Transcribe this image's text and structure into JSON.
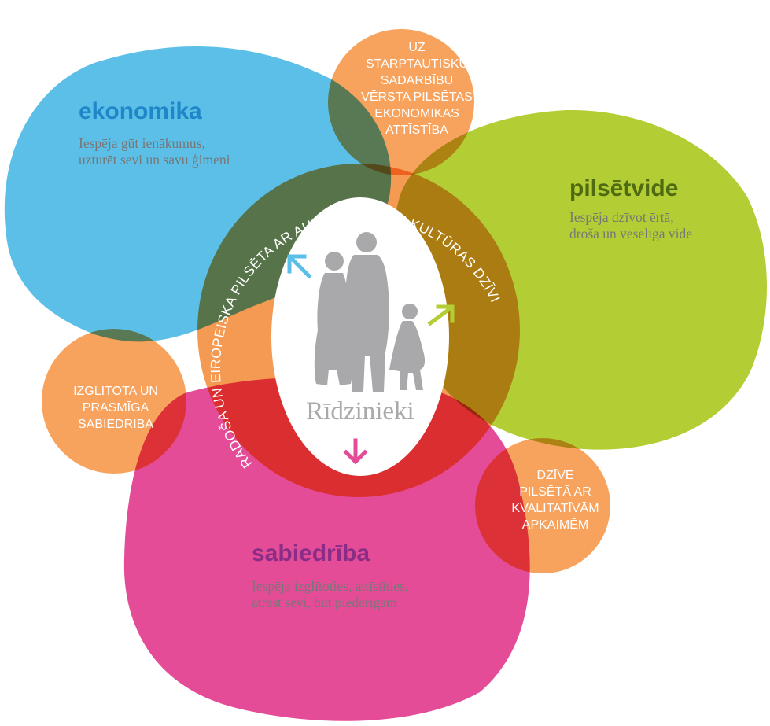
{
  "center": {
    "label": "Rīdzinieki",
    "ring_text": "RADOŠA UN EIROPEISKA PILSĒTA AR AUGSTVĒRTĪGU KULTŪRAS DZĪVI"
  },
  "areas": {
    "ekonomika": {
      "title": "ekonomika",
      "desc": [
        "Iespēja gūt ienākumus,",
        "uzturēt sevi un savu ģimeni"
      ]
    },
    "pilsetvide": {
      "title": "pilsētvide",
      "desc": [
        "Iespēja dzīvot ērtā,",
        "drošā un veselīgā vidē"
      ]
    },
    "sabiedriba": {
      "title": "sabiedrība",
      "desc": [
        "Iespēja izglītoties, attīstīties,",
        "atrast sevi, būt piederīgam"
      ]
    }
  },
  "bubbles": {
    "top": [
      "UZ",
      "STARPTAUTISKU",
      "SADARBĪBU",
      "VĒRSTA PILSĒTAS",
      "EKONOMIKAS",
      "ATTĪSTĪBA"
    ],
    "left": [
      "IZGLĪTOTA UN",
      "PRASMĪGA",
      "SABIEDRĪBA"
    ],
    "right": [
      "DZĪVE",
      "PILSĒTĀ AR",
      "KVALITATĪVĀM",
      "APKAIMĒM"
    ]
  },
  "colors": {
    "ekonomika": "#5bbfe7",
    "ekonomika_title": "#1f87c8",
    "pilsetvide": "#b2ce34",
    "pilsetvide_title": "#4f6b12",
    "sabiedriba": "#e54c98",
    "sabiedriba_title": "#8a2d86",
    "bubble": "#f7a25d",
    "ring": "#f49a52",
    "people": "#a9a9ab",
    "desc_text": "#777777"
  }
}
